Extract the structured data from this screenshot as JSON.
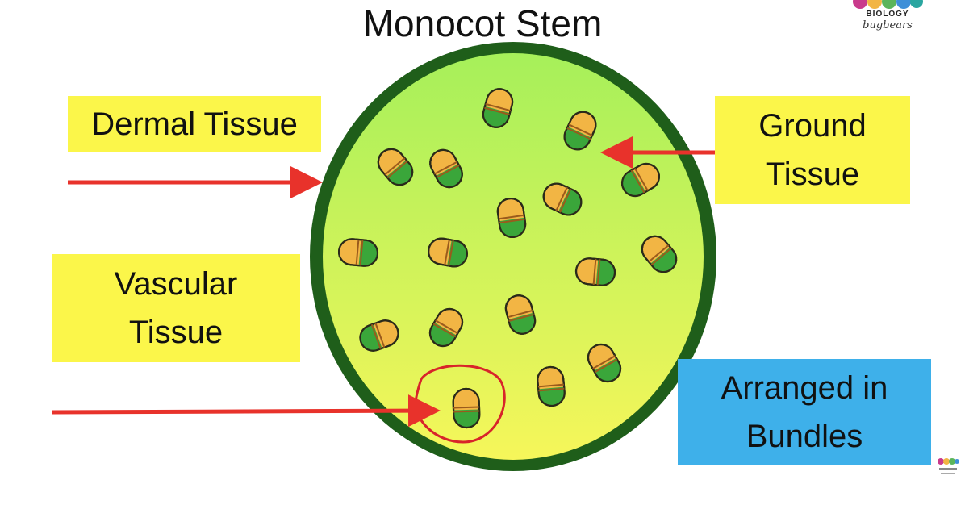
{
  "title": "Monocot Stem",
  "labels": {
    "dermal": "Dermal Tissue",
    "vascular": [
      "Vascular",
      "Tissue"
    ],
    "ground": [
      "Ground",
      "Tissue"
    ],
    "bundles": [
      "Arranged in",
      "Bundles"
    ]
  },
  "logo": {
    "title": "BIOLOGY",
    "subtitle": "bugbears"
  },
  "colors": {
    "dermal_ring": "#1f5e1a",
    "ground_top": "#a6f05a",
    "ground_bottom": "#f6f65a",
    "phloem": "#f2b544",
    "xylem": "#3aa63a",
    "arrow": "#e8322b",
    "label_yellow": "#fbf64a",
    "label_blue": "#3eb0ea"
  },
  "icons": [
    "bundle-icon",
    "arrow-icon",
    "highlight-circle-icon",
    "logo-icon"
  ]
}
